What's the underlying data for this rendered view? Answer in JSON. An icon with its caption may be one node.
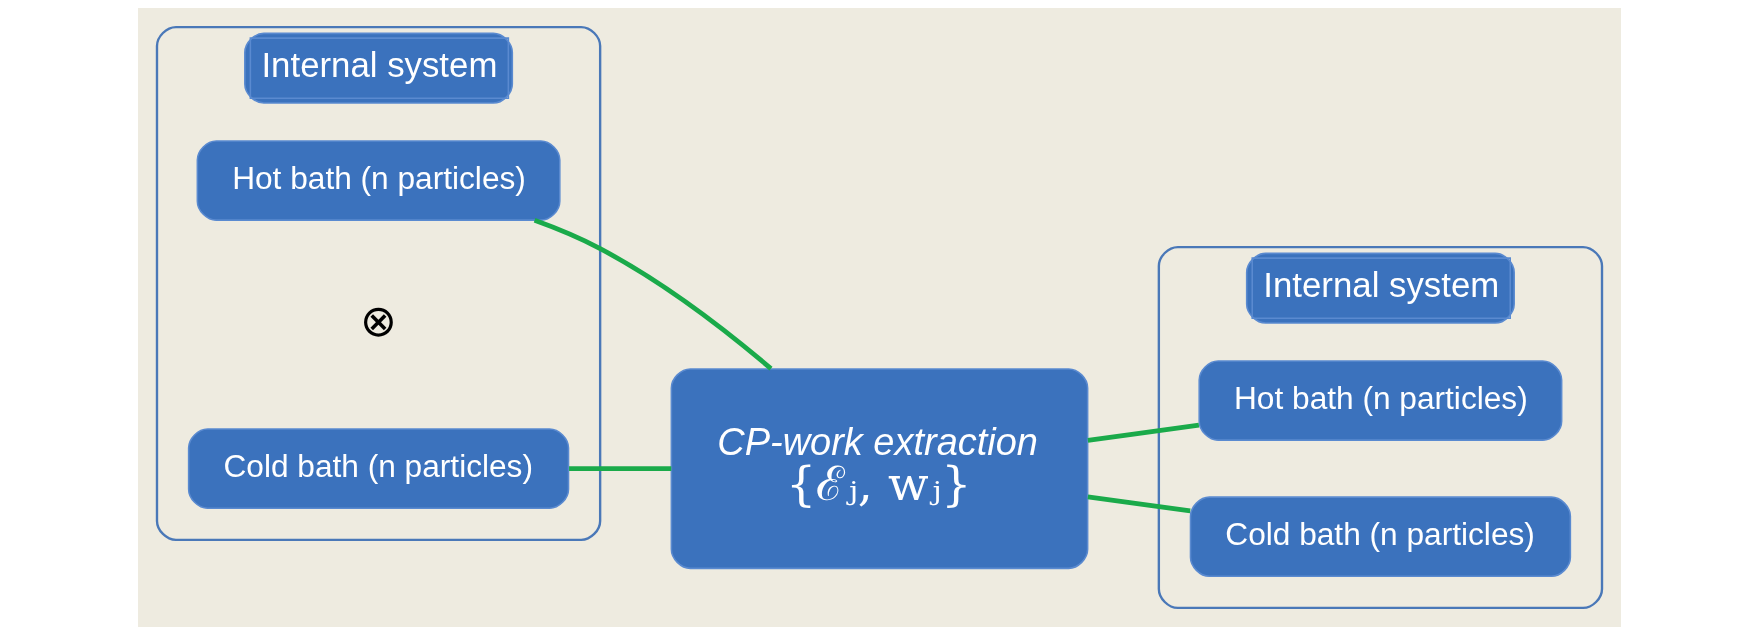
{
  "diagram": {
    "nodes": [
      {
        "text": [
          "Internal system"
        ]
      },
      {
        "text": [
          "Hot bath (n particles)"
        ],
        "in": 0
      },
      {
        "text": [
          "Cold bath (n particles)"
        ],
        "in": 0
      },
      {
        "text": [
          "CP-work extraction",
          "{ℰⱼ, wⱼ}"
        ]
      },
      {
        "text": [
          "Internal system"
        ]
      },
      {
        "text": [
          "Hot bath (n particles)"
        ],
        "in": 4
      },
      {
        "text": [
          "Cold bath (n particles)"
        ],
        "in": 4
      }
    ],
    "edges": [
      {
        "from": 1,
        "to": 3,
        "arrow": "none"
      },
      {
        "from": 2,
        "to": 3,
        "arrow": "none"
      },
      {
        "from": 3,
        "to": 5,
        "arrow": "none"
      },
      {
        "from": 3,
        "to": 6,
        "arrow": "none"
      }
    ],
    "labels": [
      "⊗"
    ]
  }
}
